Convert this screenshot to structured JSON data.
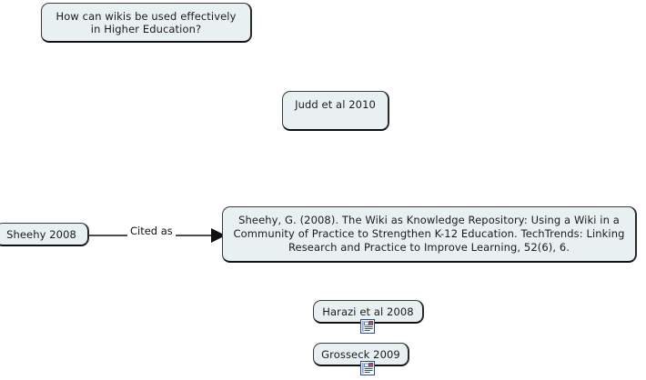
{
  "diagram": {
    "title": "Wikis in Higher Education concept map",
    "background_color": "#ffffff",
    "node_fill": "#e9f0f1",
    "node_border": "#3b3b3b",
    "text_color": "#1b1b1b",
    "nodes": [
      {
        "id": "question",
        "label": "How can wikis be used effectively\nin Higher Education?",
        "name": "node-question"
      },
      {
        "id": "judd",
        "label": "Judd et al 2010",
        "name": "node-judd"
      },
      {
        "id": "sheehy",
        "label": "Sheehy 2008",
        "name": "node-sheehy"
      },
      {
        "id": "citation",
        "label": "Sheehy, G. (2008). The Wiki as Knowledge Repository: Using a Wiki in a Community of Practice to Strengthen K-12 Education. TechTrends: Linking Research and Practice to Improve Learning, 52(6), 6.",
        "name": "node-citation"
      },
      {
        "id": "harazi",
        "label": "Harazi et al 2008",
        "name": "node-harazi",
        "icon": "note-icon"
      },
      {
        "id": "grosseck",
        "label": "Grosseck 2009",
        "name": "node-grosseck",
        "icon": "note-icon"
      }
    ],
    "edges": [
      {
        "id": "sheehy-cited-as",
        "from": "sheehy",
        "to": "citation",
        "label": "Cited as",
        "arrow": "filled-triangle",
        "color": "#111111"
      }
    ],
    "icons": {
      "note": {
        "name": "note-icon",
        "border_color": "#2c4f8c",
        "page_color": "#ffffff",
        "line_color": "#2c4f8c",
        "thumb_color": "#d94a2b"
      }
    }
  }
}
